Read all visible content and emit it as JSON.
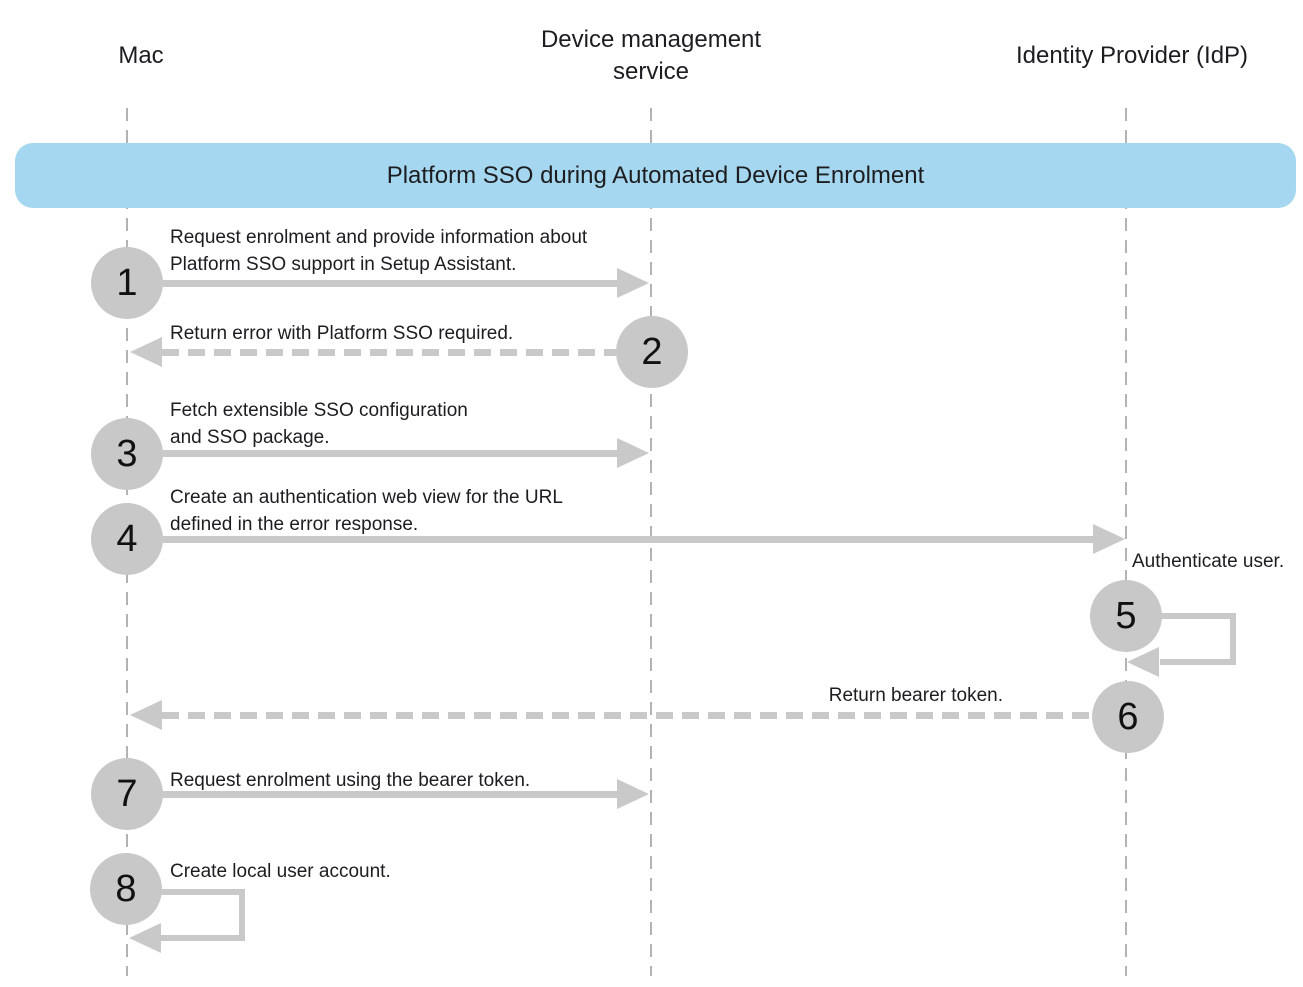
{
  "banner": {
    "title": "Platform SSO during Automated Device Enrolment"
  },
  "actors": {
    "mac": "Mac",
    "dms": "Device management\nservice",
    "idp": "Identity Provider (IdP)"
  },
  "steps": {
    "s1": {
      "num": "1",
      "label": "Request enrolment and provide information about\nPlatform SSO support in Setup Assistant."
    },
    "s2": {
      "num": "2",
      "label": "Return error with Platform SSO required."
    },
    "s3": {
      "num": "3",
      "label": "Fetch extensible SSO configuration\nand SSO package."
    },
    "s4": {
      "num": "4",
      "label": "Create an authentication web view for the URL\ndefined in the error response."
    },
    "s5": {
      "num": "5",
      "label": "Authenticate user."
    },
    "s6": {
      "num": "6",
      "label": "Return bearer token."
    },
    "s7": {
      "num": "7",
      "label": "Request enrolment using the bearer token."
    },
    "s8": {
      "num": "8",
      "label": "Create local user account."
    }
  },
  "colors": {
    "banner_fill": "#a5d8f0",
    "arrow_gray": "#c9c9c9",
    "circle_gray": "#c8c8c8",
    "lifeline_gray": "#b3b3b3",
    "text": "#1d1d1f"
  }
}
